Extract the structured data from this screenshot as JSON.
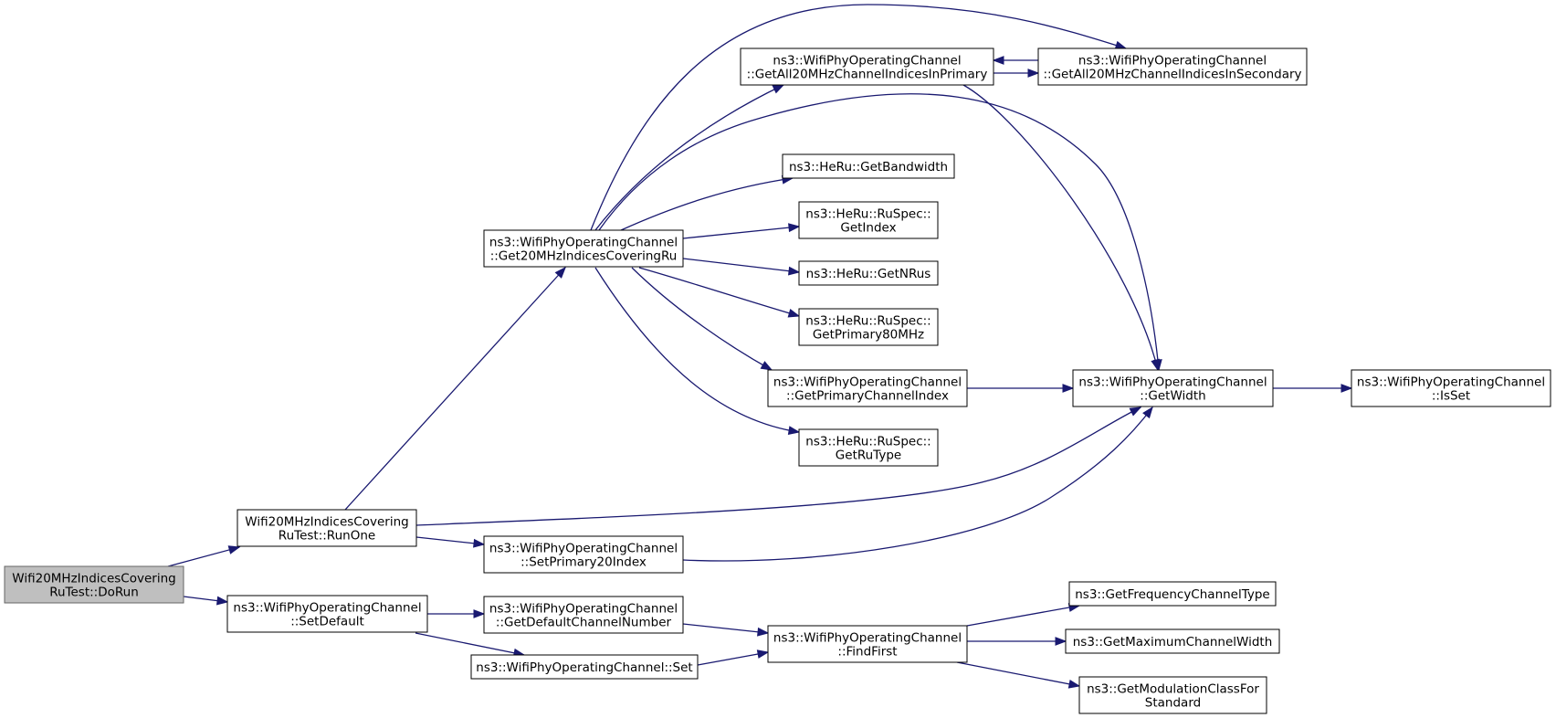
{
  "nodes": [
    {
      "id": "dorun",
      "lines": [
        "Wifi20MHzIndicesCovering",
        "RuTest::DoRun"
      ],
      "root": true
    },
    {
      "id": "runone",
      "lines": [
        "Wifi20MHzIndicesCovering",
        "RuTest::RunOne"
      ]
    },
    {
      "id": "setdefault",
      "lines": [
        "ns3::WifiPhyOperatingChannel",
        "::SetDefault"
      ]
    },
    {
      "id": "get20mhz",
      "lines": [
        "ns3::WifiPhyOperatingChannel",
        "::Get20MHzIndicesCoveringRu"
      ]
    },
    {
      "id": "setprimary20",
      "lines": [
        "ns3::WifiPhyOperatingChannel",
        "::SetPrimary20Index"
      ]
    },
    {
      "id": "getdefaultch",
      "lines": [
        "ns3::WifiPhyOperatingChannel",
        "::GetDefaultChannelNumber"
      ]
    },
    {
      "id": "set",
      "lines": [
        "ns3::WifiPhyOperatingChannel::Set"
      ]
    },
    {
      "id": "getall20primary",
      "lines": [
        "ns3::WifiPhyOperatingChannel",
        "::GetAll20MHzChannelIndicesInPrimary"
      ]
    },
    {
      "id": "getall20secondary",
      "lines": [
        "ns3::WifiPhyOperatingChannel",
        "::GetAll20MHzChannelIndicesInSecondary"
      ]
    },
    {
      "id": "getbandwidth",
      "lines": [
        "ns3::HeRu::GetBandwidth"
      ]
    },
    {
      "id": "getindex",
      "lines": [
        "ns3::HeRu::RuSpec::",
        "GetIndex"
      ]
    },
    {
      "id": "getnrus",
      "lines": [
        "ns3::HeRu::GetNRus"
      ]
    },
    {
      "id": "getprimary80",
      "lines": [
        "ns3::HeRu::RuSpec::",
        "GetPrimary80MHz"
      ]
    },
    {
      "id": "getprimarych",
      "lines": [
        "ns3::WifiPhyOperatingChannel",
        "::GetPrimaryChannelIndex"
      ]
    },
    {
      "id": "getrutype",
      "lines": [
        "ns3::HeRu::RuSpec::",
        "GetRuType"
      ]
    },
    {
      "id": "getwidth",
      "lines": [
        "ns3::WifiPhyOperatingChannel",
        "::GetWidth"
      ]
    },
    {
      "id": "isset",
      "lines": [
        "ns3::WifiPhyOperatingChannel",
        "::IsSet"
      ]
    },
    {
      "id": "findfirst",
      "lines": [
        "ns3::WifiPhyOperatingChannel",
        "::FindFirst"
      ]
    },
    {
      "id": "getfreqtype",
      "lines": [
        "ns3::GetFrequencyChannelType"
      ]
    },
    {
      "id": "getmaxwidth",
      "lines": [
        "ns3::GetMaximumChannelWidth"
      ]
    },
    {
      "id": "getmodclass",
      "lines": [
        "ns3::GetModulationClassFor",
        "Standard"
      ]
    }
  ],
  "edges": [
    {
      "from": "dorun",
      "to": "runone"
    },
    {
      "from": "dorun",
      "to": "setdefault"
    },
    {
      "from": "runone",
      "to": "get20mhz"
    },
    {
      "from": "runone",
      "to": "setprimary20"
    },
    {
      "from": "runone",
      "to": "getwidth"
    },
    {
      "from": "setdefault",
      "to": "getdefaultch"
    },
    {
      "from": "setdefault",
      "to": "set"
    },
    {
      "from": "get20mhz",
      "to": "getall20primary"
    },
    {
      "from": "get20mhz",
      "to": "getall20secondary"
    },
    {
      "from": "get20mhz",
      "to": "getbandwidth"
    },
    {
      "from": "get20mhz",
      "to": "getindex"
    },
    {
      "from": "get20mhz",
      "to": "getnrus"
    },
    {
      "from": "get20mhz",
      "to": "getprimary80"
    },
    {
      "from": "get20mhz",
      "to": "getprimarych"
    },
    {
      "from": "get20mhz",
      "to": "getrutype"
    },
    {
      "from": "get20mhz",
      "to": "getwidth"
    },
    {
      "from": "getall20primary",
      "to": "getall20secondary"
    },
    {
      "from": "getall20secondary",
      "to": "getall20primary"
    },
    {
      "from": "getall20primary",
      "to": "getwidth"
    },
    {
      "from": "getprimarych",
      "to": "getwidth"
    },
    {
      "from": "setprimary20",
      "to": "getwidth"
    },
    {
      "from": "getwidth",
      "to": "isset"
    },
    {
      "from": "getdefaultch",
      "to": "findfirst"
    },
    {
      "from": "set",
      "to": "findfirst"
    },
    {
      "from": "findfirst",
      "to": "getfreqtype"
    },
    {
      "from": "findfirst",
      "to": "getmaxwidth"
    },
    {
      "from": "findfirst",
      "to": "getmodclass"
    }
  ]
}
